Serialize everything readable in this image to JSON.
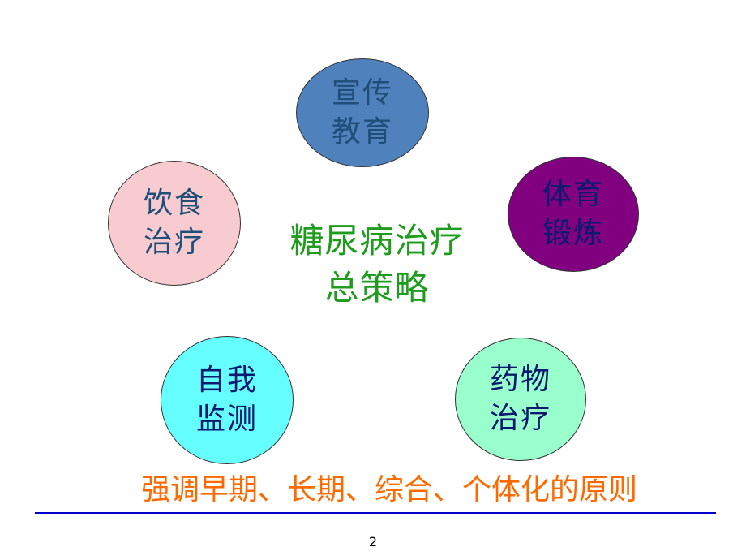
{
  "slide": {
    "center_title": {
      "line1": "糖尿病治疗",
      "line2": "总策略",
      "color": "#1e9c1e"
    },
    "circles": [
      {
        "id": "education",
        "line1": "宣传",
        "line2": "教育",
        "fill": "#4f81bd",
        "text_color": "#1f4e79"
      },
      {
        "id": "exercise",
        "line1": "体育",
        "line2": "锻炼",
        "fill": "#800080",
        "text_color": "#0a1a6e"
      },
      {
        "id": "diet",
        "line1": "饮食",
        "line2": "治疗",
        "fill": "#f8cbd0",
        "text_color": "#1f4e79"
      },
      {
        "id": "self-monitoring",
        "line1": "自我",
        "line2": "监测",
        "fill": "#66ffff",
        "text_color": "#0a1a6e"
      },
      {
        "id": "medication",
        "line1": "药物",
        "line2": "治疗",
        "fill": "#99ffcc",
        "text_color": "#0a1a6e"
      }
    ],
    "principle": "强调早期、长期、综合、个体化的原则",
    "principle_color": "#ff6a00",
    "divider_color": "#0000cc",
    "page_number": "2"
  }
}
